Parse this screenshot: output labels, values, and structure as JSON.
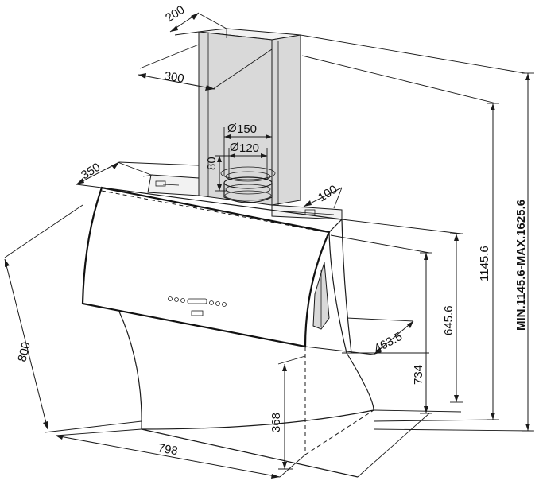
{
  "dimensions": {
    "duct_depth": "200",
    "duct_width": "300",
    "outlet_outer": "150",
    "outlet_inner": "120",
    "outlet_height": "80",
    "top_depth": "350",
    "wall_offset": "100",
    "canopy_height": "645.6",
    "canopy_depth": "463.5",
    "hood_body_height": "734",
    "total_height": "1145.6",
    "range_height": "MIN.1145.6-MAX.1625.6",
    "glass_width": "800",
    "body_width": "798",
    "bottom_height": "368"
  },
  "symbols": {
    "diameter": "Ø"
  }
}
